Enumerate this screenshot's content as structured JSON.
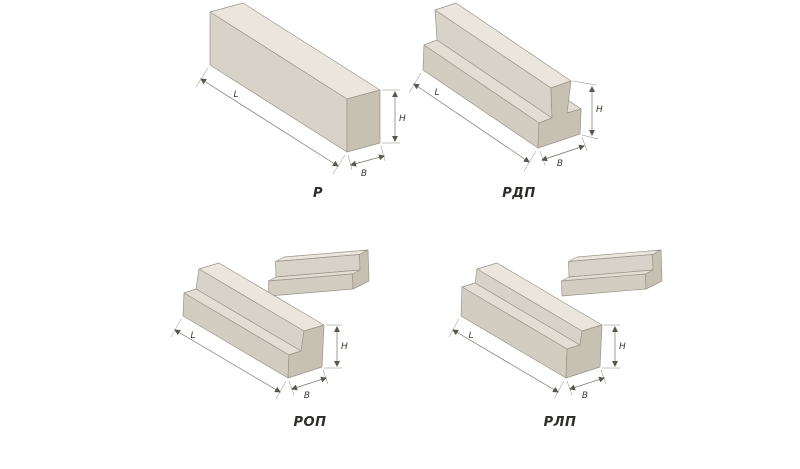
{
  "figures": [
    {
      "id": "r",
      "caption": "Р",
      "dims": {
        "length": "L",
        "height": "H",
        "width": "B"
      }
    },
    {
      "id": "rdp",
      "caption": "РДП",
      "dims": {
        "length": "L",
        "height": "H",
        "width": "B"
      }
    },
    {
      "id": "rop",
      "caption": "РОП",
      "dims": {
        "length": "L",
        "height": "H",
        "width": "B"
      }
    },
    {
      "id": "rlp",
      "caption": "РЛП",
      "dims": {
        "length": "L",
        "height": "H",
        "width": "B"
      }
    }
  ],
  "colors": {
    "background": "#ffffff",
    "face_top": "#eae6de",
    "face_side": "#d8d3c8",
    "face_shelf": "#e2ded4",
    "face_flange": "#d2cdc1",
    "face_end": "#c7c1b4",
    "face_dark": "#c2bcae",
    "edge": "#9a9488",
    "dimension_line": "#76726a",
    "text": "#2e2c29"
  }
}
